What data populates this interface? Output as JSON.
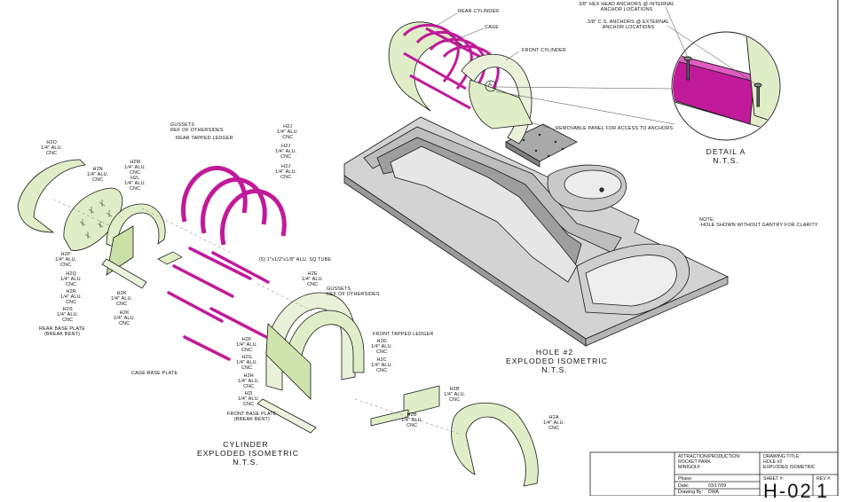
{
  "colors": {
    "part_green": "#dfeec6",
    "magenta": "#c01a9a",
    "panel_grey": "#d9d9d9",
    "line": "#1a1a1a"
  },
  "cylinder_labels": {
    "h2o": [
      "H2O",
      "1/4\" ALU.",
      "CNC"
    ],
    "h2n": [
      "H2N",
      "1/4\" ALU.",
      "CNC"
    ],
    "h2m": [
      "H2M",
      "1/4\" ALU.",
      "CNC"
    ],
    "h2l": [
      "H2L",
      "1/4\" ALU.",
      "CNC"
    ],
    "gussets_rear": [
      "GUSSETS",
      "REF OF OTHERSIDES"
    ],
    "rear_tapped_ledger": [
      "REAR TAPPED LEDGER"
    ],
    "h2j_a": [
      "H2J",
      "1/4\" ALU.",
      "CNC"
    ],
    "h2j_b": [
      "H2J",
      "1/4\" ALU.",
      "CNC"
    ],
    "h2j_c": [
      "H2J",
      "1/4\" ALU.",
      "CNC"
    ],
    "h2p": [
      "H2P",
      "1/4\" ALU.",
      "CNC"
    ],
    "h2q": [
      "H2Q",
      "1/4\" ALU.",
      "CNC"
    ],
    "h2r": [
      "H2R",
      "1/4\" ALU.",
      "CNC"
    ],
    "h2s": [
      "H2S",
      "1/4\" ALU.",
      "CNC"
    ],
    "h2k_a": [
      "H2K",
      "1/4\" ALU.",
      "CNC"
    ],
    "h2k_b": [
      "H2K",
      "1/4\" ALU.",
      "CNC"
    ],
    "rear_base_plate": [
      "REAR BASE PLATE",
      "(BREAK BENT)"
    ],
    "sq_tube": [
      "(5) 1\"x1/2\"x1/8\" ALU. SQ TUBE"
    ],
    "h2e": [
      "H2E",
      "1/4\" ALU.",
      "CNC"
    ],
    "gussets_front": [
      "GUSSETS",
      "REF OF OTHERSIDES"
    ],
    "front_tapped_ledger": [
      "FRONT TAPPED LEDGER"
    ],
    "h2d": [
      "H2D",
      "1/4\" ALU.",
      "CNC"
    ],
    "h2c": [
      "H2C",
      "1/4\" ALU.",
      "CNC"
    ],
    "h2f": [
      "H2F",
      "1/4\" ALU.",
      "CNC"
    ],
    "h2g": [
      "H2G",
      "1/4\" ALU.",
      "CNC"
    ],
    "h2h": [
      "H2H",
      "1/4\" ALU.",
      "CNC"
    ],
    "h2i": [
      "H2I",
      "1/4\" ALU.",
      "CNC"
    ],
    "cage_base_plate": [
      "CAGE BASE PLATE"
    ],
    "front_base_plate": [
      "FRONT BASE PLATE",
      "(BREAK BENT)"
    ],
    "h2b_a": [
      "H2B",
      "1/4\" ALU.",
      "CNC"
    ],
    "h2b_b": [
      "H2B",
      "1/4\" ALU.",
      "CNC"
    ],
    "h2a": [
      "H2A",
      "1/4\" ALU.",
      "CNC"
    ]
  },
  "hole_labels": {
    "rear_cylinder": "REAR CYLINDER",
    "cage": "CAGE",
    "front_cylinder": "FRONT CYLINDER",
    "removable_panel": "REMOVABLE PANEL FOR ACCESS TO ANCHORS",
    "hex_anchors": [
      "3/8\" HEX HEAD ANCHORS @ INTERNAL",
      "ANCHOR LOCATIONS"
    ],
    "cs_anchors": [
      "3/8\" C.S. ANCHORS @ EXTERNAL",
      "ANCHOR LOCATIONS"
    ],
    "detail_tag": "A",
    "note": [
      "NOTE:",
      "-HOLE SHOWN WITHOUT GANTRY FOR CLARITY"
    ]
  },
  "titles": {
    "cylinder": [
      "CYLINDER",
      "EXPLODED ISOMETRIC",
      "N.T.S."
    ],
    "hole": [
      "HOLE #2",
      "EXPLODED ISOMETRIC",
      "N.T.S."
    ],
    "detail": [
      "DETAIL  A",
      "N.T.S."
    ]
  },
  "title_block": {
    "attraction_label": "ATTRACTION/PRODUCTION:",
    "attraction_value": [
      "ROCKET PARK",
      "MINIGOLF"
    ],
    "drawing_title_label": "DRAWING TITLE:",
    "drawing_title_value": [
      "HOLE #2",
      "EXPLODED ISOMETRIC"
    ],
    "phase_label": "Phase:",
    "date_label": "Date:",
    "date_value": "03/17/09",
    "drawn_by_label": "Drawing By:",
    "drawn_by_value": "DWA",
    "sheet_label": "SHEET #:",
    "sheet_value": "H-02",
    "rev_label": "REV #:",
    "rev_value": "1"
  }
}
